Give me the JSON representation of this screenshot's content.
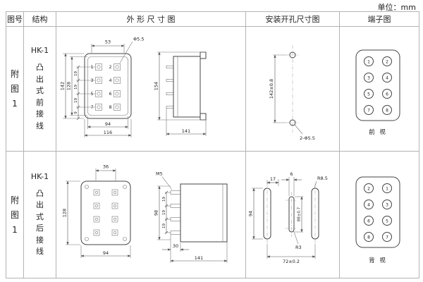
{
  "page": {
    "unit_label": "单位：mm"
  },
  "headers": {
    "fig_no": "图号",
    "structure": "结构",
    "outline": "外 形 尺 寸 图",
    "mounting": "安装开孔尺寸图",
    "terminal": "端子图"
  },
  "row1": {
    "fig_chars": [
      "附",
      "图",
      "1"
    ],
    "model": "HK-1",
    "structure_chars": [
      "凸",
      "出",
      "式",
      "前",
      "接",
      "线"
    ],
    "outline": {
      "dim_53": "53",
      "dim_hole": "Φ5.5",
      "dim_142": "142",
      "dim_128": "128",
      "dim_19a": "19",
      "dim_19b": "19",
      "dim_19c": "19",
      "dim_9": "9",
      "dim_94": "94",
      "dim_116": "116",
      "dim_154": "154",
      "dim_141": "141",
      "terminals": [
        "1",
        "2",
        "3",
        "4",
        "5",
        "6",
        "7",
        "8"
      ]
    },
    "mounting": {
      "dim_v": "142±0.8",
      "holes": "2-Φ5.5"
    },
    "terminal": {
      "left": [
        "1",
        "3",
        "5",
        "7"
      ],
      "right": [
        "2",
        "4",
        "6",
        "8"
      ],
      "view_label": "前 视"
    }
  },
  "row2": {
    "fig_chars": [
      "附",
      "图",
      "1"
    ],
    "model": "HK-1",
    "structure_chars": [
      "凸",
      "出",
      "式",
      "后",
      "接",
      "线"
    ],
    "outline": {
      "dim_36": "36",
      "dim_m5": "M5",
      "dim_128": "128",
      "dim_94": "94",
      "dim_98": "98",
      "dim_19a": "19",
      "dim_19b": "19",
      "dim_19c": "19",
      "dim_30": "30",
      "dim_141": "141"
    },
    "mounting": {
      "dim_17": "17",
      "dim_6": "6",
      "dim_r85": "R8.5",
      "dim_94": "94",
      "dim_88": "88±0.7",
      "dim_72": "72±0.2",
      "dim_r3": "R3"
    },
    "terminal": {
      "left": [
        "2",
        "4",
        "6",
        "8"
      ],
      "right": [
        "1",
        "3",
        "5",
        "7"
      ],
      "view_label": "背 视"
    }
  }
}
